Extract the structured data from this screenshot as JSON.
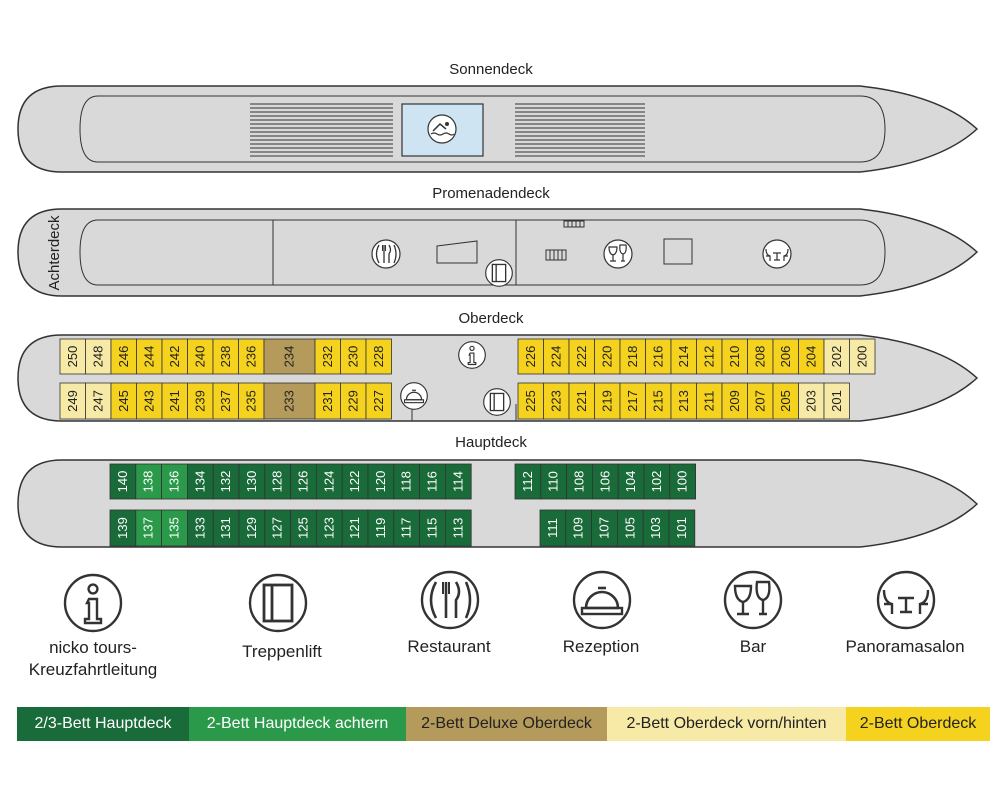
{
  "colors": {
    "hull": "#d9d9d9",
    "hull_stroke": "#333333",
    "dark_green": "#1a6b3a",
    "mid_green": "#2a9a4a",
    "deluxe": "#b49a5b",
    "light_yellow": "#f7e9a6",
    "yellow": "#f5d21e",
    "pool": "#cfe4f2"
  },
  "decks": {
    "sonnendeck": "Sonnendeck",
    "promenadendeck": "Promenadendeck",
    "oberdeck": "Oberdeck",
    "hauptdeck": "Hauptdeck",
    "achterdeck": "Achterdeck"
  },
  "oberdeck_cabins": {
    "top": [
      {
        "n": "250",
        "cat": "light_yellow"
      },
      {
        "n": "248",
        "cat": "light_yellow"
      },
      {
        "n": "246",
        "cat": "yellow"
      },
      {
        "n": "244",
        "cat": "yellow"
      },
      {
        "n": "242",
        "cat": "yellow"
      },
      {
        "n": "240",
        "cat": "yellow"
      },
      {
        "n": "238",
        "cat": "yellow"
      },
      {
        "n": "236",
        "cat": "yellow"
      },
      {
        "n": "234",
        "cat": "deluxe",
        "wide": true
      },
      {
        "n": "232",
        "cat": "yellow"
      },
      {
        "n": "230",
        "cat": "yellow"
      },
      {
        "n": "228",
        "cat": "yellow"
      },
      {
        "n": "226",
        "cat": "yellow",
        "gap": true
      },
      {
        "n": "224",
        "cat": "yellow"
      },
      {
        "n": "222",
        "cat": "yellow"
      },
      {
        "n": "220",
        "cat": "yellow"
      },
      {
        "n": "218",
        "cat": "yellow"
      },
      {
        "n": "216",
        "cat": "yellow"
      },
      {
        "n": "214",
        "cat": "yellow"
      },
      {
        "n": "212",
        "cat": "yellow"
      },
      {
        "n": "210",
        "cat": "yellow"
      },
      {
        "n": "208",
        "cat": "yellow"
      },
      {
        "n": "206",
        "cat": "yellow"
      },
      {
        "n": "204",
        "cat": "yellow"
      },
      {
        "n": "202",
        "cat": "light_yellow"
      },
      {
        "n": "200",
        "cat": "light_yellow"
      }
    ],
    "bottom": [
      {
        "n": "249",
        "cat": "light_yellow"
      },
      {
        "n": "247",
        "cat": "light_yellow"
      },
      {
        "n": "245",
        "cat": "yellow"
      },
      {
        "n": "243",
        "cat": "yellow"
      },
      {
        "n": "241",
        "cat": "yellow"
      },
      {
        "n": "239",
        "cat": "yellow"
      },
      {
        "n": "237",
        "cat": "yellow"
      },
      {
        "n": "235",
        "cat": "yellow"
      },
      {
        "n": "233",
        "cat": "deluxe",
        "wide": true
      },
      {
        "n": "231",
        "cat": "yellow"
      },
      {
        "n": "229",
        "cat": "yellow"
      },
      {
        "n": "227",
        "cat": "yellow"
      },
      {
        "n": "225",
        "cat": "yellow",
        "gap": true
      },
      {
        "n": "223",
        "cat": "yellow"
      },
      {
        "n": "221",
        "cat": "yellow"
      },
      {
        "n": "219",
        "cat": "yellow"
      },
      {
        "n": "217",
        "cat": "yellow"
      },
      {
        "n": "215",
        "cat": "yellow"
      },
      {
        "n": "213",
        "cat": "yellow"
      },
      {
        "n": "211",
        "cat": "yellow"
      },
      {
        "n": "209",
        "cat": "yellow"
      },
      {
        "n": "207",
        "cat": "yellow"
      },
      {
        "n": "205",
        "cat": "yellow"
      },
      {
        "n": "203",
        "cat": "light_yellow"
      },
      {
        "n": "201",
        "cat": "light_yellow"
      }
    ]
  },
  "hauptdeck_cabins": {
    "top": [
      {
        "n": "140",
        "cat": "dark_green"
      },
      {
        "n": "138",
        "cat": "mid_green"
      },
      {
        "n": "136",
        "cat": "mid_green"
      },
      {
        "n": "134",
        "cat": "dark_green"
      },
      {
        "n": "132",
        "cat": "dark_green"
      },
      {
        "n": "130",
        "cat": "dark_green"
      },
      {
        "n": "128",
        "cat": "dark_green"
      },
      {
        "n": "126",
        "cat": "dark_green"
      },
      {
        "n": "124",
        "cat": "dark_green"
      },
      {
        "n": "122",
        "cat": "dark_green"
      },
      {
        "n": "120",
        "cat": "dark_green"
      },
      {
        "n": "118",
        "cat": "dark_green"
      },
      {
        "n": "116",
        "cat": "dark_green"
      },
      {
        "n": "114",
        "cat": "dark_green"
      },
      {
        "n": "112",
        "cat": "dark_green",
        "gap": true
      },
      {
        "n": "110",
        "cat": "dark_green"
      },
      {
        "n": "108",
        "cat": "dark_green"
      },
      {
        "n": "106",
        "cat": "dark_green"
      },
      {
        "n": "104",
        "cat": "dark_green"
      },
      {
        "n": "102",
        "cat": "dark_green"
      },
      {
        "n": "100",
        "cat": "dark_green"
      }
    ],
    "bottom": [
      {
        "n": "139",
        "cat": "dark_green"
      },
      {
        "n": "137",
        "cat": "mid_green"
      },
      {
        "n": "135",
        "cat": "mid_green"
      },
      {
        "n": "133",
        "cat": "dark_green"
      },
      {
        "n": "131",
        "cat": "dark_green"
      },
      {
        "n": "129",
        "cat": "dark_green"
      },
      {
        "n": "127",
        "cat": "dark_green"
      },
      {
        "n": "125",
        "cat": "dark_green"
      },
      {
        "n": "123",
        "cat": "dark_green"
      },
      {
        "n": "121",
        "cat": "dark_green"
      },
      {
        "n": "119",
        "cat": "dark_green"
      },
      {
        "n": "117",
        "cat": "dark_green"
      },
      {
        "n": "115",
        "cat": "dark_green"
      },
      {
        "n": "113",
        "cat": "dark_green"
      },
      {
        "n": "111",
        "cat": "dark_green",
        "gap": true
      },
      {
        "n": "109",
        "cat": "dark_green"
      },
      {
        "n": "107",
        "cat": "dark_green"
      },
      {
        "n": "105",
        "cat": "dark_green"
      },
      {
        "n": "103",
        "cat": "dark_green"
      },
      {
        "n": "101",
        "cat": "dark_green"
      }
    ]
  },
  "legend": {
    "info": "nicko tours-\nKreuzfahrtleitung",
    "lift": "Treppenlift",
    "restaurant": "Restaurant",
    "reception": "Rezeption",
    "bar": "Bar",
    "panorama": "Panoramasalon"
  },
  "categories": [
    {
      "label": "2/3-Bett Hauptdeck",
      "color": "dark_green"
    },
    {
      "label": "2-Bett Hauptdeck achtern",
      "color": "mid_green"
    },
    {
      "label": "2-Bett Deluxe Oberdeck",
      "color": "deluxe"
    },
    {
      "label": "2-Bett Oberdeck vorn/hinten",
      "color": "light_yellow"
    },
    {
      "label": "2-Bett Oberdeck",
      "color": "yellow"
    }
  ]
}
